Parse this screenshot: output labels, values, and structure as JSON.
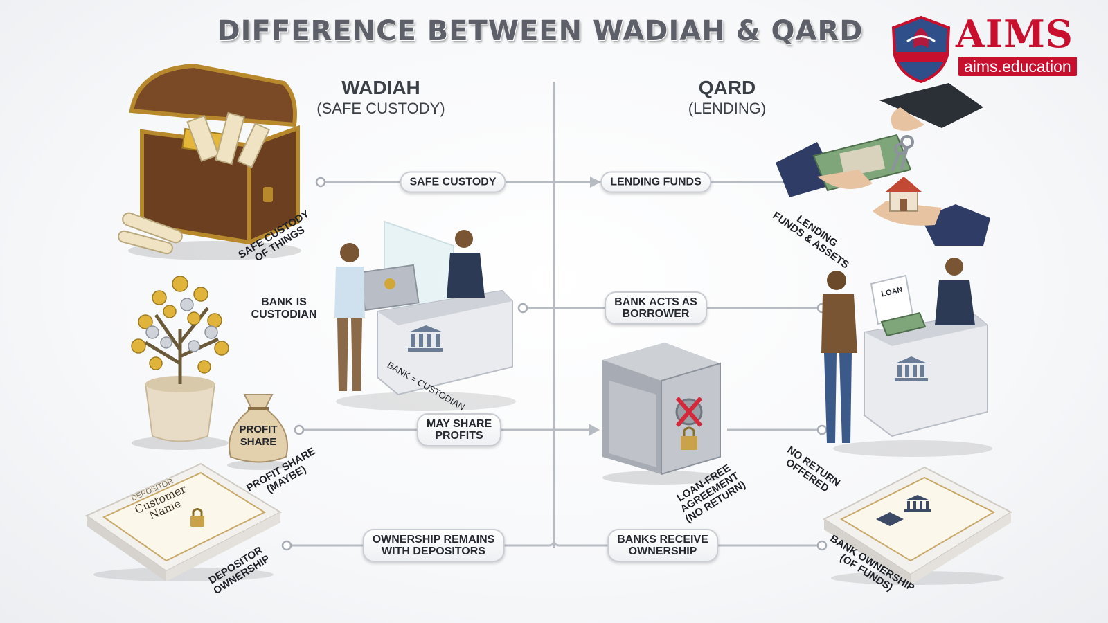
{
  "title": "DIFFERENCE BETWEEN WADIAH & QARD",
  "logo": {
    "brand": "AIMS",
    "url": "aims.education"
  },
  "brand_color": "#c8102e",
  "left_column": {
    "heading": "WADIAH",
    "subheading": "(SAFE CUSTODY)"
  },
  "right_column": {
    "heading": "QARD",
    "subheading": "(LENDING)"
  },
  "connectors": {
    "safe_custody": "SAFE CUSTODY",
    "lending_funds": "LENDING FUNDS",
    "bank_acts_as_borrower": "BANK ACTS AS\nBORROWER",
    "may_share_profits": "MAY SHARE\nPROFITS",
    "ownership_remains": "OWNERSHIP REMAINS\nWITH DEPOSITORS",
    "banks_receive_ownership": "BANKS RECEIVE\nOWNERSHIP"
  },
  "captions": {
    "safe_custody_of_things": "SAFE CUSTODY\nOF THINGS",
    "bank_is_custodian": "BANK IS\nCUSTODIAN",
    "bank_equals_custodian": "BANK = CUSTODIAN",
    "profit_share_maybe": "PROFIT SHARE\n(MAYBE)",
    "profit_share_bag": "PROFIT\nSHARE",
    "depositor_ownership": "DEPOSITOR\nOWNERSHIP",
    "lending_funds_assets": "LENDING\nFUNDS & ASSETS",
    "loan_free_agreement": "LOAN-FREE\nAGREEMENT\n(NO RETURN)",
    "no_return_offered": "NO RETURN\nOFFERED",
    "bank_ownership_of_funds": "BANK OWNERSHIP\n(OF FUNDS)",
    "certificate_header": "DEPOSITOR",
    "certificate_name": "Customer Name",
    "loan_doc": "LOAN"
  }
}
